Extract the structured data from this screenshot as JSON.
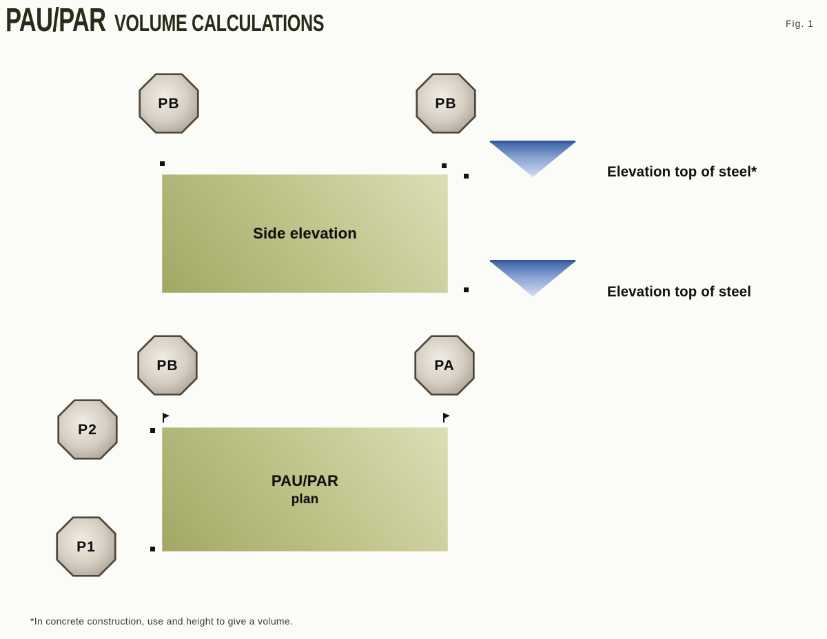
{
  "header": {
    "title_main": "PAU/PAR",
    "title_sub": "VOLUME CALCULATIONS",
    "figure_label": "Fig. 1"
  },
  "nodes": [
    {
      "id": "pb-top-left",
      "label": "PB"
    },
    {
      "id": "pb-top-right",
      "label": "PB"
    },
    {
      "id": "pb-mid-left",
      "label": "PB"
    },
    {
      "id": "pa-mid-right",
      "label": "PA"
    },
    {
      "id": "p2",
      "label": "P2"
    },
    {
      "id": "p1",
      "label": "P1"
    }
  ],
  "boxes": {
    "side_elevation": {
      "label": "Side elevation"
    },
    "plan": {
      "label_line1": "PAU/PAR",
      "label_line2": "plan"
    }
  },
  "callouts": [
    {
      "label": "Elevation top of steel*"
    },
    {
      "label": "Elevation top of steel"
    }
  ],
  "footnote": "*In concrete construction, use and height to give a volume.",
  "colors": {
    "title_olive": "#272b18",
    "box_gradient_dark": "#a3a765",
    "box_gradient_light": "#dcdeb6",
    "octagon_center": "#f0ebe2",
    "octagon_edge": "#a89f92",
    "octagon_border": "#4e4637",
    "arrow_blue_dark": "#3d63a6",
    "arrow_blue_light": "#d2dcf0",
    "marker_black": "#131313",
    "background": "#fbfbf7"
  }
}
